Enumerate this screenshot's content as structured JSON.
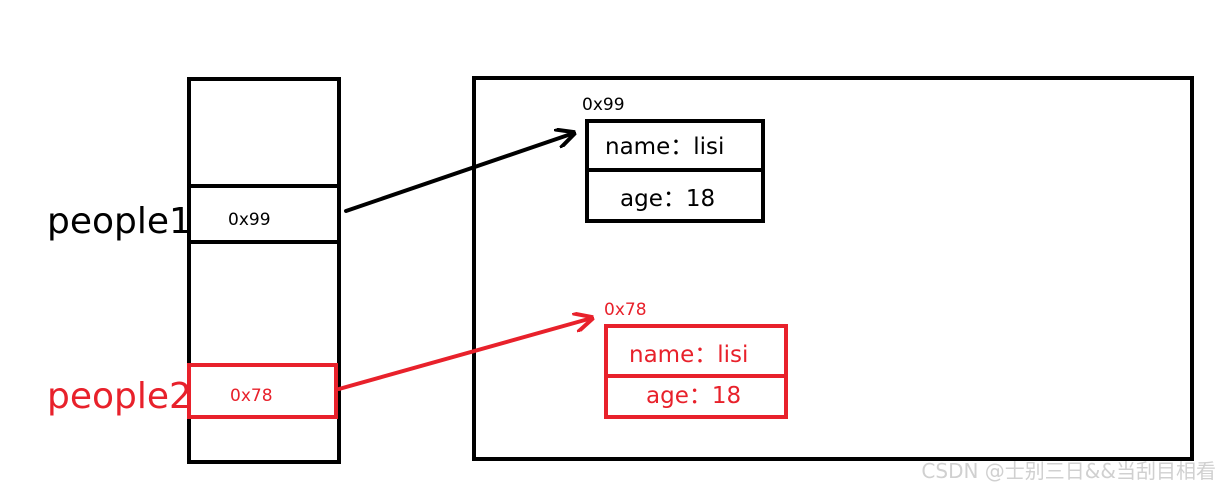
{
  "stack": {
    "people1": {
      "name": "people1",
      "ref": "0x99"
    },
    "people2": {
      "name": "people2",
      "ref": "0x78"
    }
  },
  "heap": {
    "object1": {
      "address": "0x99",
      "name_field": "name：lisi",
      "age_field": "age：18"
    },
    "object2": {
      "address": "0x78",
      "name_field": "name：lisi",
      "age_field": "age：18"
    }
  },
  "watermark": "CSDN @士别三日&&当刮目相看",
  "colors": {
    "black": "#000000",
    "red": "#e8212b",
    "watermark": "#d0d0d0"
  }
}
